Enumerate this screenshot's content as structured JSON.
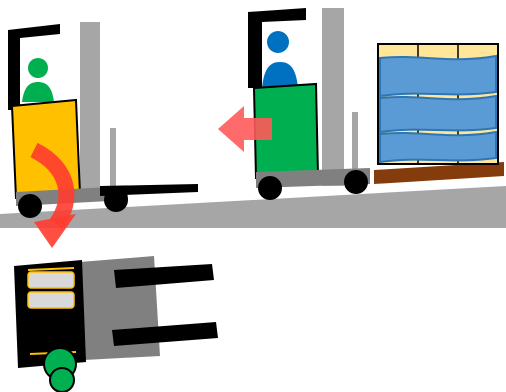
{
  "scene": {
    "background_color": "#ffffff",
    "ground_color": "#a6a6a6",
    "arrow_color": "#ff3b2f",
    "arrow_faded_color": "#ff5a5a"
  },
  "forklifts": [
    {
      "id": "left-forklift",
      "state": "tipping",
      "body_color": "#ffc000",
      "driver_color": "#00b050"
    },
    {
      "id": "right-forklift",
      "state": "reversing",
      "body_color": "#00b050",
      "driver_color": "#0070c0"
    },
    {
      "id": "fallen-forklift",
      "state": "overturned",
      "body_color": "#000000",
      "wheel_color": "#00b050"
    }
  ],
  "pallet": {
    "wrap_color": "#5b9bd5",
    "box_color": "#ffe699",
    "base_color": "#843c0c"
  },
  "icons": [
    "curved-arrow-icon",
    "left-arrow-icon"
  ]
}
